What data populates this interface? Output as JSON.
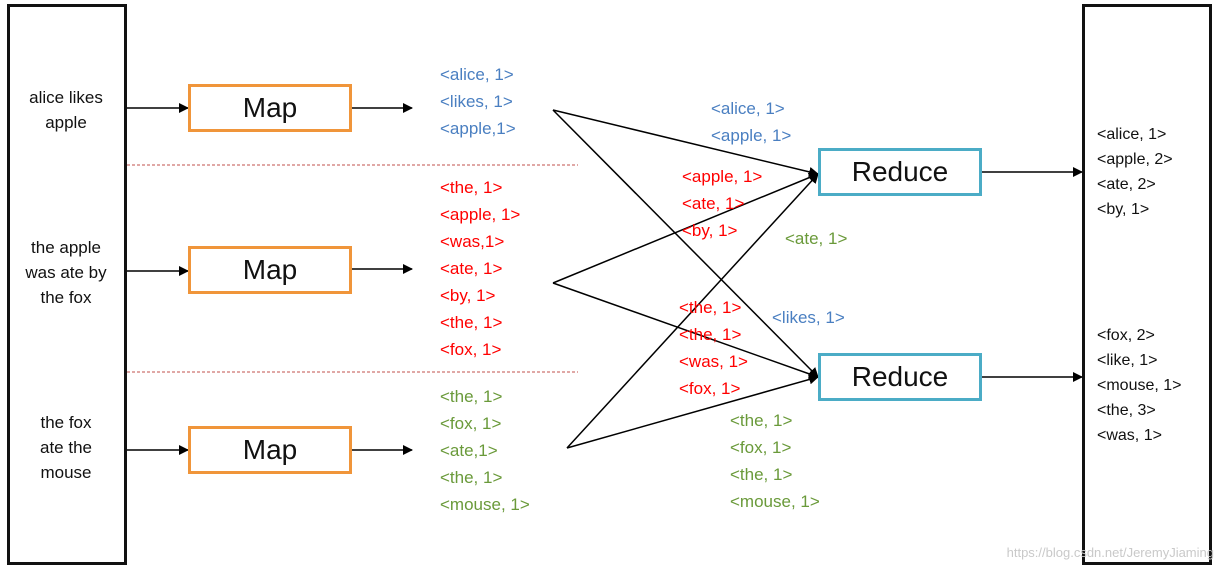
{
  "colors": {
    "blue": "#4a7fc1",
    "red": "#ff0000",
    "green": "#6a9a3a",
    "map_border": "#f0953a",
    "reduce_border": "#4bacc6",
    "divider": "#c0504d"
  },
  "inputs": [
    {
      "text": "alice likes\napple"
    },
    {
      "text": "the apple\nwas ate by\nthe fox"
    },
    {
      "text": "the fox\nate the\nmouse"
    }
  ],
  "map_label": "Map",
  "reduce_label": "Reduce",
  "map_outputs": [
    {
      "color": "blue",
      "items": [
        "<alice, 1>",
        "<likes, 1>",
        "<apple,1>"
      ]
    },
    {
      "color": "red",
      "items": [
        "<the, 1>",
        "<apple, 1>",
        "<was,1>",
        "<ate, 1>",
        "<by, 1>",
        "<the, 1>",
        "<fox, 1>"
      ]
    },
    {
      "color": "green",
      "items": [
        "<the, 1>",
        "<fox, 1>",
        "<ate,1>",
        "<the, 1>",
        "<mouse, 1>"
      ]
    }
  ],
  "shuffle_groups": [
    {
      "color": "blue",
      "items": [
        "<alice, 1>",
        "<apple, 1>"
      ]
    },
    {
      "color": "red",
      "items": [
        "<apple, 1>",
        "<ate, 1>",
        "<by, 1>"
      ]
    },
    {
      "color": "green",
      "items": [
        "<ate, 1>"
      ]
    },
    {
      "color": "blue",
      "items": [
        "<likes, 1>"
      ]
    },
    {
      "color": "red",
      "items": [
        "<the, 1>",
        "<the, 1>",
        "<was, 1>",
        "<fox, 1>"
      ]
    },
    {
      "color": "green",
      "items": [
        "<the, 1>",
        "<fox, 1>",
        "<the, 1>",
        "<mouse, 1>"
      ]
    }
  ],
  "reduce_outputs": [
    {
      "items": [
        "<alice, 1>",
        "<apple, 2>",
        "<ate, 2>",
        "<by, 1>"
      ]
    },
    {
      "items": [
        "<fox, 2>",
        "<like, 1>",
        "<mouse, 1>",
        "<the, 3>",
        "<was, 1>"
      ]
    }
  ],
  "watermark": "https://blog.csdn.net/JeremyJiaming"
}
